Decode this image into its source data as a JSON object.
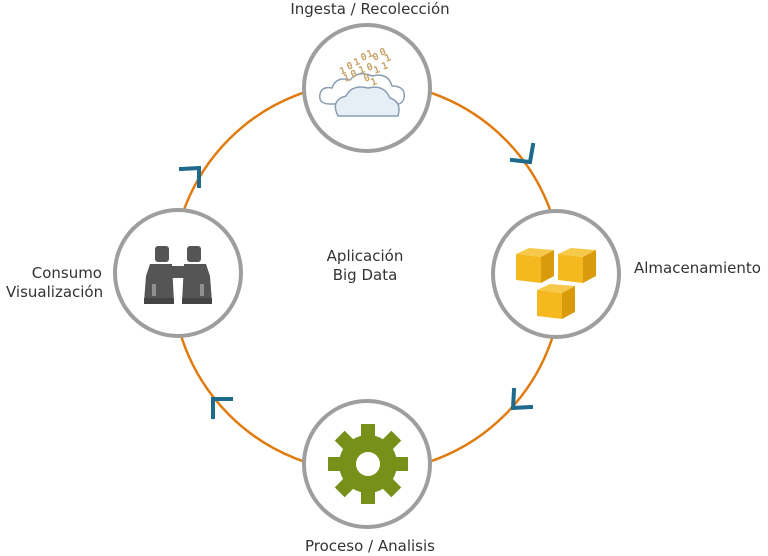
{
  "center": {
    "line1": "Aplicación",
    "line2": "Big Data"
  },
  "stages": {
    "ingest": {
      "label": "Ingesta / Recolección",
      "binary_digits": [
        "1",
        "0",
        "1",
        "0",
        "1",
        "0",
        "0",
        "1",
        "1",
        "0",
        "1",
        "0",
        "1",
        "1",
        "0",
        "1"
      ]
    },
    "storage": {
      "label": "Almacenamiento"
    },
    "process": {
      "label": "Proceso / Analisis"
    },
    "consume": {
      "line1": "Consumo",
      "line2": "Visualización"
    }
  },
  "colors": {
    "ring": "#E07B0F",
    "arrow": "#1E6A8C",
    "node_border": "#9E9E9E",
    "cube": "#F5B81E",
    "cube_edge": "#D99A0C",
    "gear": "#76901A",
    "binoculars": "#555555",
    "cloud_fill": "#E6EEF6",
    "cloud_stroke": "#8A9DB2",
    "digits": "#C9A56B"
  }
}
